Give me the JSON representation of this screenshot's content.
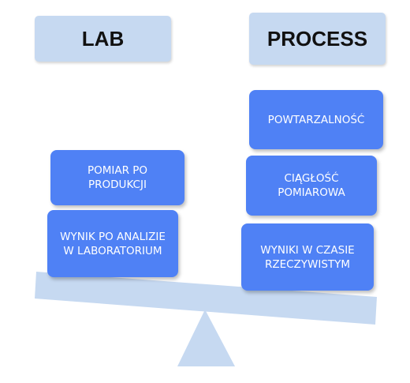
{
  "headers": {
    "lab": "LAB",
    "process": "PROCESS"
  },
  "lab_items": [
    "POMIAR PO\nPRODUKCJI",
    "WYNIK PO ANALIZIE\nW LABORATORIUM"
  ],
  "process_items": [
    "POWTARZALNOŚĆ",
    "CIĄGŁOŚĆ\nPOMIAROWA",
    "WYNIKI W CZASIE\nRZECZYWISTYM"
  ],
  "colors": {
    "header_bg": "#c6d9f1",
    "box_bg": "#4f81f5",
    "scale": "#c6d9f1"
  }
}
